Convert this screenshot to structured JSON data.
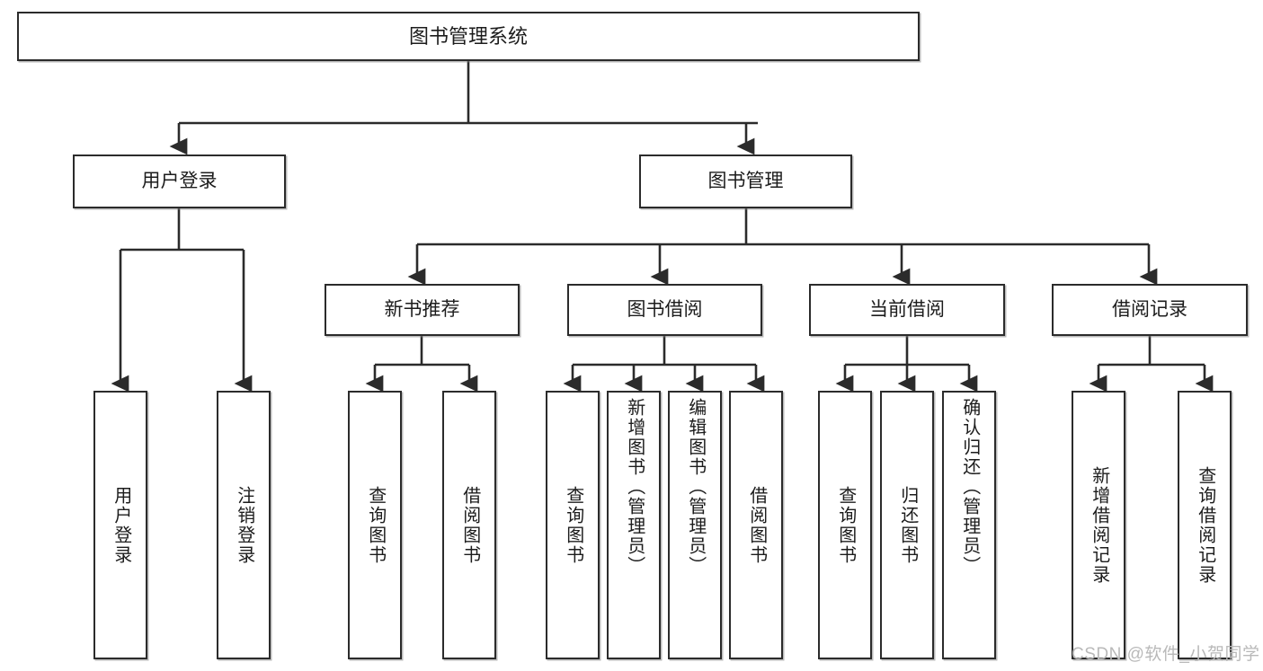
{
  "diagram": {
    "kind": "tree",
    "background_color": "#ffffff",
    "line_color": "#2b2b2b",
    "box_border_color": "#2b2b2b",
    "text_color": "#1c1c1c",
    "root": {
      "id": "root",
      "label": "图书管理系统"
    },
    "level1": [
      {
        "id": "user-login",
        "label": "用户登录"
      },
      {
        "id": "book-manage",
        "label": "图书管理"
      }
    ],
    "level2": [
      {
        "id": "new-book-rec",
        "label": "新书推荐",
        "parent": "book-manage"
      },
      {
        "id": "book-borrow",
        "label": "图书借阅",
        "parent": "book-manage"
      },
      {
        "id": "current-borrow",
        "label": "当前借阅",
        "parent": "book-manage"
      },
      {
        "id": "borrow-record",
        "label": "借阅记录",
        "parent": "book-manage"
      }
    ],
    "leaves": [
      {
        "id": "leaf-user-login",
        "label": "用户登录",
        "parent": "user-login"
      },
      {
        "id": "leaf-user-logout",
        "label": "注销登录",
        "parent": "user-login"
      },
      {
        "id": "leaf-rec-query",
        "label": "查询图书",
        "parent": "new-book-rec"
      },
      {
        "id": "leaf-rec-borrow",
        "label": "借阅图书",
        "parent": "new-book-rec"
      },
      {
        "id": "leaf-borrow-query",
        "label": "查询图书",
        "parent": "book-borrow"
      },
      {
        "id": "leaf-borrow-add",
        "label": "新增图书（管理员）",
        "parent": "book-borrow"
      },
      {
        "id": "leaf-borrow-edit",
        "label": "编辑图书（管理员）",
        "parent": "book-borrow"
      },
      {
        "id": "leaf-borrow-do",
        "label": "借阅图书",
        "parent": "book-borrow"
      },
      {
        "id": "leaf-cur-query",
        "label": "查询图书",
        "parent": "current-borrow"
      },
      {
        "id": "leaf-cur-return",
        "label": "归还图书",
        "parent": "current-borrow"
      },
      {
        "id": "leaf-cur-confirm",
        "label": "确认归还（管理员）",
        "parent": "current-borrow"
      },
      {
        "id": "leaf-rec-add",
        "label": "新增借阅记录",
        "parent": "borrow-record"
      },
      {
        "id": "leaf-rec-search",
        "label": "查询借阅记录",
        "parent": "borrow-record"
      }
    ],
    "watermark": "CSDN @软件_小贺同学"
  }
}
